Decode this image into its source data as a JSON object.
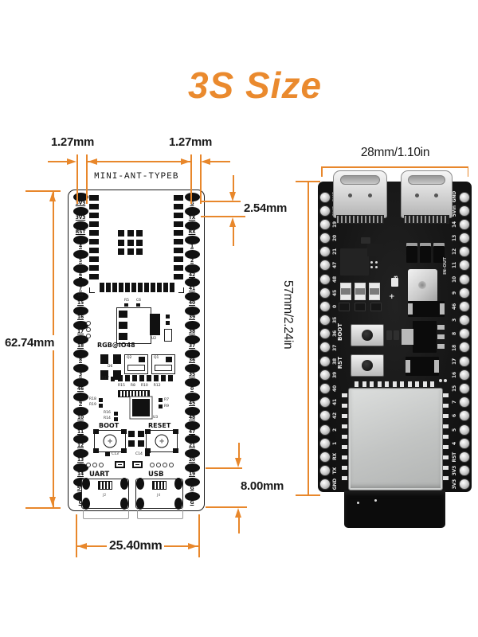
{
  "title": "3S Size",
  "colors": {
    "accent_orange": "#E8872B",
    "title_orange": "#EA8A2E",
    "pcb_black": "#161616"
  },
  "left_diagram": {
    "antenna_label": "MINI-ANT-TYPEB",
    "dims": {
      "pitch_left": "1.27mm",
      "pitch_right": "1.27mm",
      "row_pitch": "2.54mm",
      "board_height": "62.74mm",
      "board_width": "25.40mm",
      "usb_height": "8.00mm"
    },
    "left_pins": [
      "3V3",
      "3V3",
      "RST",
      "4",
      "5",
      "6",
      "7",
      "15",
      "16",
      "17",
      "18",
      "8",
      "3",
      "46",
      "9",
      "10",
      "11",
      "12",
      "13",
      "14",
      "5V",
      "G"
    ],
    "right_pins": [
      "G",
      "TX",
      "RX",
      "1",
      "2",
      "42",
      "41",
      "40",
      "39",
      "38",
      "37",
      "36",
      "35",
      "0",
      "45",
      "48",
      "47",
      "21",
      "20",
      "19",
      "G",
      "G"
    ],
    "components": {
      "u4": "U4",
      "u2": "U2",
      "u3": "U3",
      "rgb_io": "RGB@IO48",
      "d6": "D6",
      "q1": "Q1",
      "q2": "Q2",
      "r5": "R5",
      "c6": "C6",
      "r17": "R17",
      "r_row": [
        "R15",
        "R8",
        "R10",
        "R12"
      ],
      "r18": "R18",
      "r19": "R19",
      "r16": "R16",
      "r14": "R14",
      "r7": "R7",
      "r9": "R9",
      "boot": "BOOT",
      "reset": "RESET",
      "c13": "C13",
      "c14": "C14",
      "uart": "UART",
      "usb": "USB",
      "j2": "J2",
      "j4": "J4"
    }
  },
  "right_photo": {
    "dims": {
      "width": "28mm/1.10in",
      "height": "57mm/2.24in"
    },
    "left_pins": [
      "GND",
      "GND",
      "19",
      "20",
      "21",
      "47",
      "48",
      "45",
      "0",
      "35",
      "36",
      "37",
      "38",
      "39",
      "40",
      "41",
      "42",
      "2",
      "1",
      "RX",
      "TX",
      "GND"
    ],
    "right_pins": [
      "GND",
      "5Vin",
      "14",
      "13",
      "12",
      "11",
      "10",
      "9",
      "46",
      "3",
      "8",
      "18",
      "17",
      "16",
      "15",
      "7",
      "6",
      "5",
      "4",
      "RST",
      "3V3",
      "3V3"
    ],
    "labels": {
      "boot": "BOOT",
      "rst": "RST",
      "rgb": "RGB",
      "plus": "+",
      "in_out": "IN-OUT"
    }
  }
}
